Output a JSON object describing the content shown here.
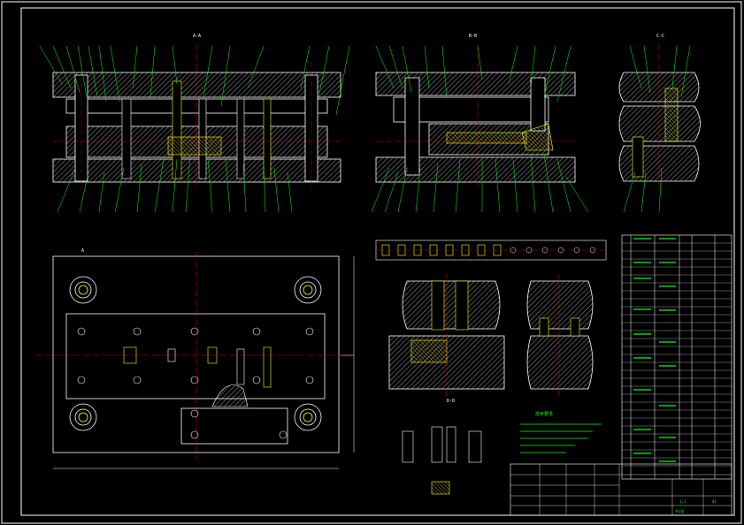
{
  "drawing": {
    "background": "#000000",
    "line_color": "#ffffff",
    "leader_color": "#00ff00",
    "center_color": "#ff0000",
    "part_color": "#ffff00",
    "views": {
      "main_section_label": "A-A",
      "right_section_label": "B-B",
      "side_view_label": "C-C",
      "plan_view_label": "A",
      "small_section_label": "D-D",
      "notes_title": "技术要求"
    },
    "title_block": {
      "scale": "1:1",
      "sheet": "共1张",
      "drawing_no": "01"
    }
  }
}
